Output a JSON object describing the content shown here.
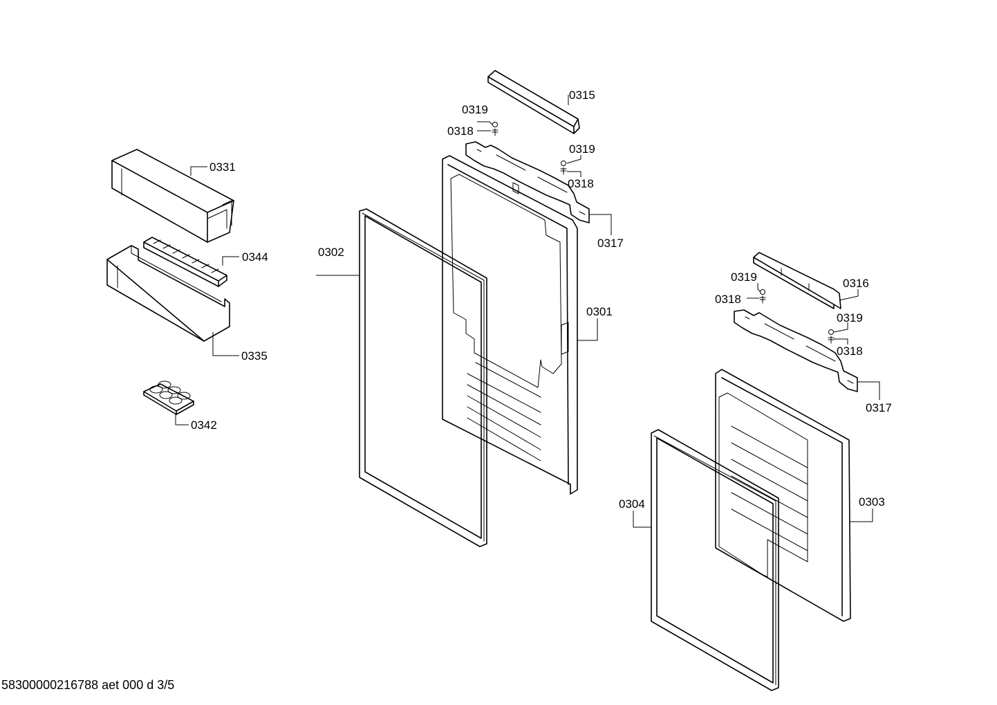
{
  "diagram": {
    "labels": {
      "p0301": "0301",
      "p0302": "0302",
      "p0303": "0303",
      "p0304": "0304",
      "p0315": "0315",
      "p0316": "0316",
      "p0317a": "0317",
      "p0317b": "0317",
      "p0318a": "0318",
      "p0318b": "0318",
      "p0318c": "0318",
      "p0318d": "0318",
      "p0319a": "0319",
      "p0319b": "0319",
      "p0319c": "0319",
      "p0319d": "0319",
      "p0331": "0331",
      "p0335": "0335",
      "p0342": "0342",
      "p0344": "0344"
    }
  },
  "footer": {
    "text": "58300000216788 aet 000 d 3/5"
  }
}
